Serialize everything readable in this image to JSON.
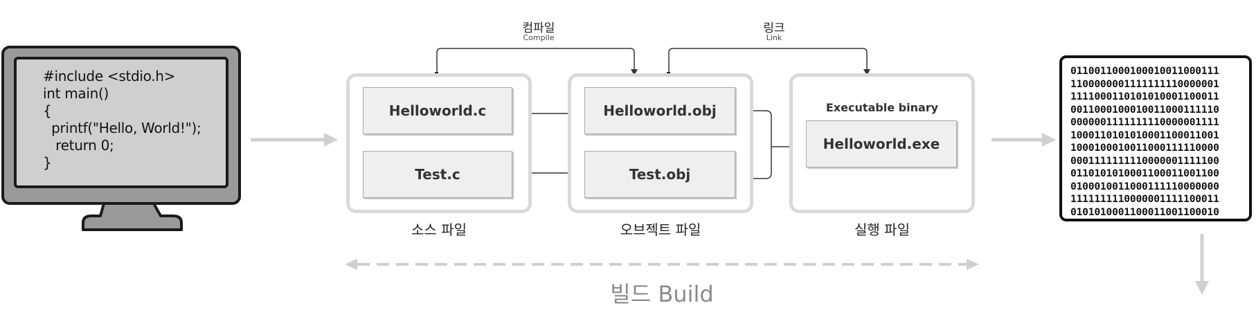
{
  "source_code": {
    "lines": [
      "#include <stdio.h>",
      "int main()",
      "{",
      "  printf(\"Hello, World!\");",
      "   return 0;",
      "}"
    ]
  },
  "stages": {
    "compile": {
      "label": "컴파일",
      "sublabel": "Compile"
    },
    "link": {
      "label": "링크",
      "sublabel": "Link"
    }
  },
  "groups": {
    "source": {
      "label": "소스 파일",
      "files": [
        "Helloworld.c",
        "Test.c"
      ]
    },
    "object": {
      "label": "오브젝트 파일",
      "files": [
        "Helloworld.obj",
        "Test.obj"
      ]
    },
    "executable": {
      "label": "실행 파일",
      "title": "Executable binary",
      "file": "Helloworld.exe"
    }
  },
  "binary": {
    "lines": [
      "0110011000100010011000111",
      "1100000001111111110000001",
      "1111000110101010001100011",
      "0011000100010011000111110",
      "0000001111111110000001111",
      "1000110101010001100011001",
      "1000100010011000111110000",
      "0001111111110000001111100",
      "0110101010001100011001100",
      "0100010011000111110000000",
      "1111111110000001111100011",
      "0101010001100011001100010"
    ]
  },
  "build": {
    "label": "빌드 Build"
  }
}
